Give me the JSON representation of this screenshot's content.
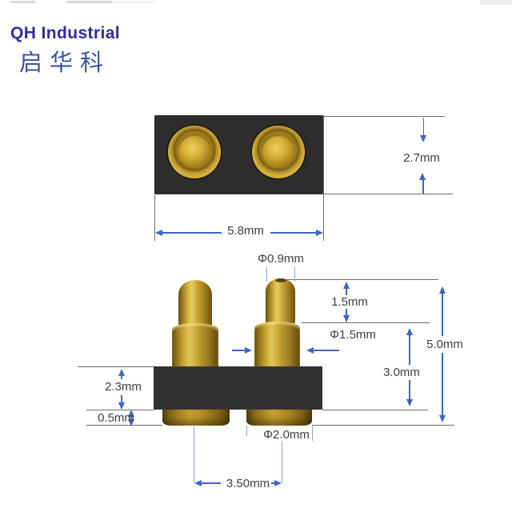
{
  "logo": {
    "title": "QH Industrial",
    "subtitle": "启华科"
  },
  "top_view": {
    "dim_height": "2.7mm",
    "dim_width": "5.8mm"
  },
  "side_view": {
    "dim_tip_diameter": "Φ0.9mm",
    "dim_tip_height": "1.5mm",
    "dim_barrel_diameter": "Φ1.5mm",
    "dim_total_height": "5.0mm",
    "dim_exposed_height": "3.0mm",
    "dim_base_height": "2.3mm",
    "dim_tail_height": "0.5mm",
    "dim_tail_diameter": "Φ2.0mm",
    "dim_pitch": "3.50mm"
  },
  "colors": {
    "accent_blue": "#3c66c2",
    "line_gray": "#6a6d72",
    "tick_blue": "#8fa6d3",
    "label_text": "#3f3f42",
    "logo_blue": "#2d2d9f",
    "logo_cn_blue": "#3c55a4",
    "housing_black": "#2e2d2b",
    "gold": "#c8a334"
  }
}
